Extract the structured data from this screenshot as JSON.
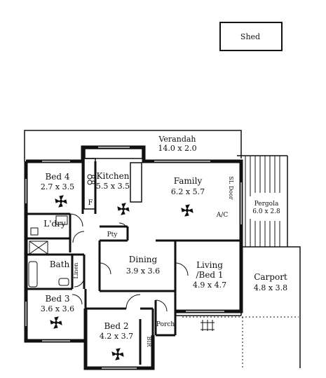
{
  "plan": {
    "shed": "Shed",
    "verandah": {
      "name": "Verandah",
      "size": "14.0 x 2.0"
    },
    "bed4": {
      "name": "Bed 4",
      "size": "2.7 x 3.5"
    },
    "kitchen": {
      "name": "Kitchen",
      "size": "5.5 x 3.5"
    },
    "family": {
      "name": "Family",
      "size": "6.2 x 5.7"
    },
    "sl_door": "SL Door",
    "ac": "A/C",
    "fridge": "F",
    "pergola": {
      "name": "Pergola",
      "size": "6.0 x 2.8"
    },
    "ldry": "L'dry",
    "pty": "Pty",
    "dining": {
      "name": "Dining",
      "size": "3.9 x 3.6"
    },
    "living": {
      "name": "Living",
      "name2": "/Bed 1",
      "size": "4.9 x 4.7"
    },
    "bath": "Bath",
    "linen": "Linen",
    "carport": {
      "name": "Carport",
      "size": "4.8 x 3.8"
    },
    "bed3": {
      "name": "Bed 3",
      "size": "3.6 x 3.6"
    },
    "bed2": {
      "name": "Bed 2",
      "size": "4.2 x 3.7"
    },
    "bir": "BIR",
    "porch": "Porch"
  }
}
